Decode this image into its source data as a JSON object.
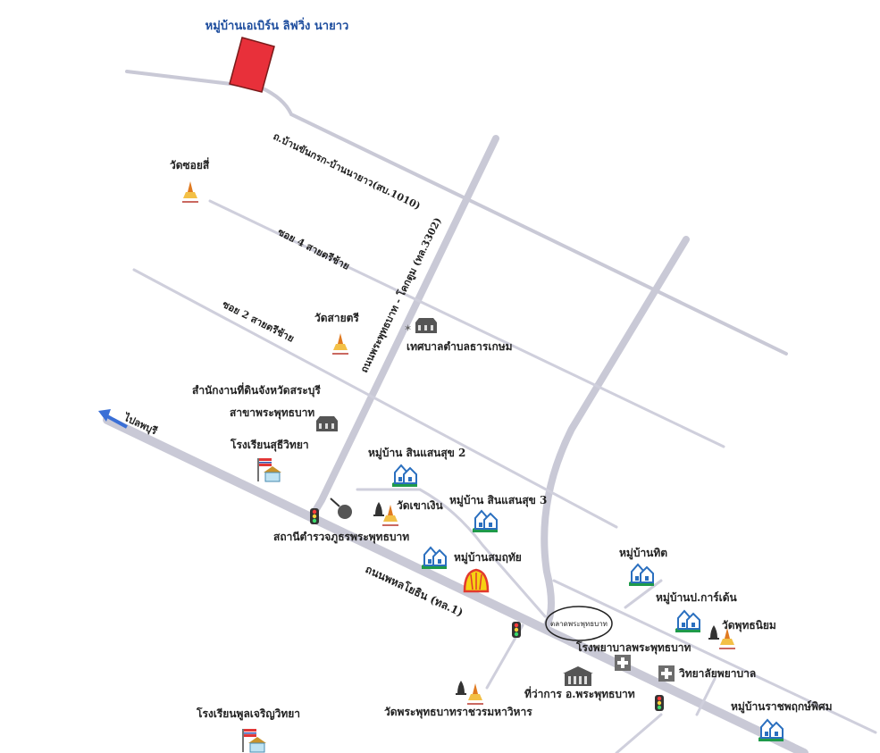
{
  "map": {
    "title": "หมู่บ้านเอเบิร์น ลิฟวิ่ง นายาว",
    "roads": {
      "road_1010": "ถ.บ้านขันกรก-บ้านนายาว(สบ.1010)",
      "road_3302": "ถนนพระพุทธบาท - โคกตูม (ทล.3302)",
      "soi_4": "ซอย 4 สายตรีช้าย",
      "soi_2": "ซอย 2 สายตรีช้าย",
      "highway_1": "ถนนพหลโยธิน (ทล.1)",
      "to_lopburi": "ไปลพบุรี"
    },
    "places": {
      "wat_soi_si": "วัดซอยสี่",
      "wat_sai_tri": "วัดสายตรี",
      "municipality": "เทศบาลตำบลธารเกษม",
      "land_office_1": "สำนักงานที่ดินจังหวัดสระบุรี",
      "land_office_2": "สาขาพระพุทธบาท",
      "school_suthi": "โรงเรียนสุธีวิทยา",
      "village_sinsaensuk2": "หมู่บ้าน สินแสนสุข 2",
      "village_sinsaensuk3": "หมู่บ้าน สินแสนสุข 3",
      "wat_khao_ngoen": "วัดเขาเงิน",
      "police": "สถานีตำรวจภูธรพระพุทธบาท",
      "village_sombat": "หมู่บ้านสมฤทัย",
      "village_thit": "หมู่บ้านทิต",
      "village_pkar": "หมู่บ้านป.การ์เด้น",
      "wat_phutthaniyom": "วัดพุทธนิยม",
      "market": "ตลาดพระพุทธบาท",
      "hospital": "โรงพยาบาลพระพุทธบาท",
      "nursing_college": "วิทยาลัยพยาบาล",
      "district_office": "ที่ว่าการ อ.พระพุทธบาท",
      "wat_phra_phutthabat": "วัดพระพุทธบาทราชวรมหาวิหาร",
      "village_ratchaphruek": "หมู่บ้านราชพฤกษ์พิศม",
      "school_phunchareon": "โรงเรียนพูลเจริญวิทยา"
    },
    "colors": {
      "road": "#c9c9d6",
      "target": "#e8303a",
      "title": "#1f4e9e",
      "arrow": "#3a6fd6"
    }
  }
}
